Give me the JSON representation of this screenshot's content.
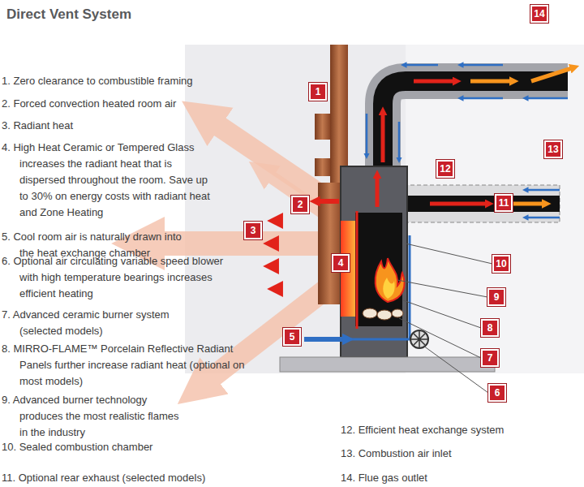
{
  "diagram": {
    "title": "Direct Vent System",
    "labels": [
      "1. Zero clearance to combustible framing",
      "2. Forced convection heated room air",
      "3. Radiant heat",
      "4. High Heat Ceramic or Tempered Glass increases the radiant heat that is dispersed throughout the room. Save up to 30% on energy costs with radiant heat and Zone Heating",
      "5. Cool room air is naturally drawn into the heat exchange chamber",
      "6. Optional air circulating variable speed blower with high temperature bearings increases efficient heating",
      "7. Advanced ceramic burner system (selected models)",
      "8. MIRRO-FLAME™ Porcelain Reflective Radiant Panels further increase radiant heat (optional on most models)",
      "9. Advanced burner technology produces the most realistic flames in the industry",
      "10. Sealed combustion chamber",
      "11. Optional rear exhaust (selected models)",
      "12. Efficient heat exchange system",
      "13. Combustion air inlet",
      "14. Flue gas outlet",
      "1",
      "2",
      "3",
      "4",
      "5",
      "6",
      "7",
      "8",
      "9",
      "10",
      "11",
      "12",
      "13",
      "14"
    ]
  }
}
